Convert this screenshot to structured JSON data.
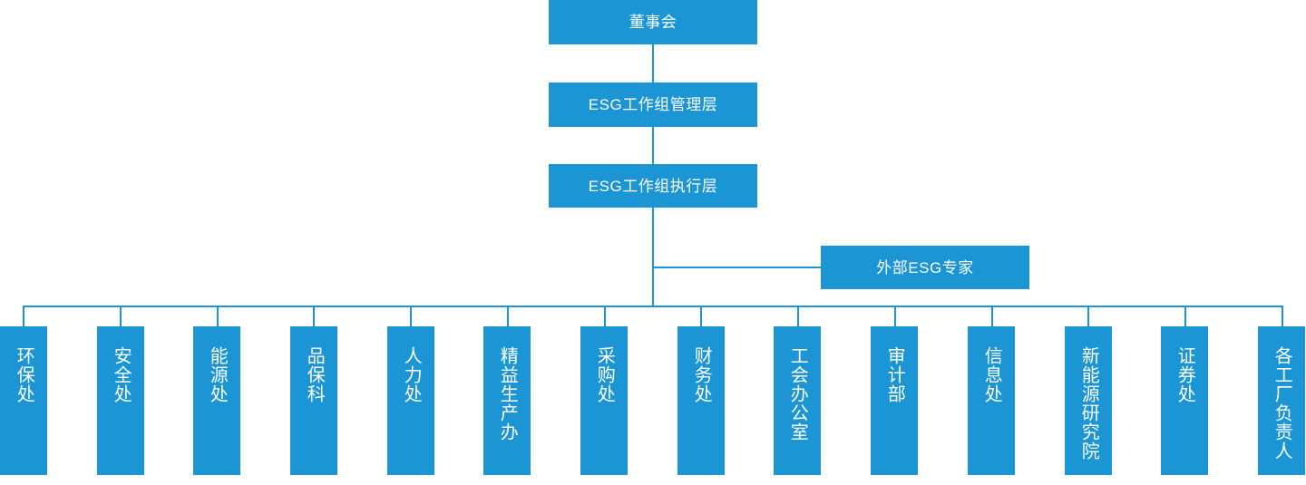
{
  "diagram": {
    "title_node": {
      "label": "董事会"
    },
    "management_node": {
      "label": "ESG工作组管理层"
    },
    "execution_node": {
      "label": "ESG工作组执行层"
    },
    "advisor_node": {
      "label": "外部ESG专家"
    },
    "accent_color": "#1b95d4",
    "text_color": "#ffffff",
    "background_color": "#ffffff",
    "departments": [
      {
        "label": "环保处"
      },
      {
        "label": "安全处"
      },
      {
        "label": "能源处"
      },
      {
        "label": "品保科"
      },
      {
        "label": "人力处"
      },
      {
        "label": "精益生产办"
      },
      {
        "label": "采购处"
      },
      {
        "label": "财务处"
      },
      {
        "label": "工会办公室"
      },
      {
        "label": "审计部"
      },
      {
        "label": "信息处"
      },
      {
        "label": "新能源研究院"
      },
      {
        "label": "证券处"
      },
      {
        "label": "各工厂负责人"
      }
    ]
  }
}
